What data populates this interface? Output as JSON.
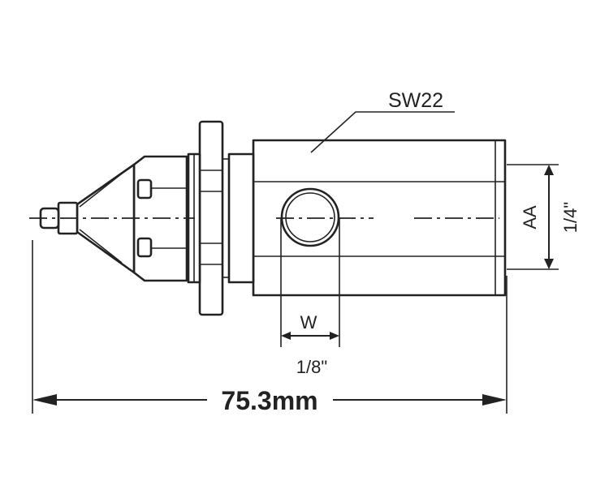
{
  "drawing": {
    "label_wrench_size": "SW22",
    "label_aa": "AA",
    "label_quarter_inch": "1/4\"",
    "label_w": "W",
    "label_eighth_inch": "1/8\"",
    "label_overall_length": "75.3mm"
  }
}
